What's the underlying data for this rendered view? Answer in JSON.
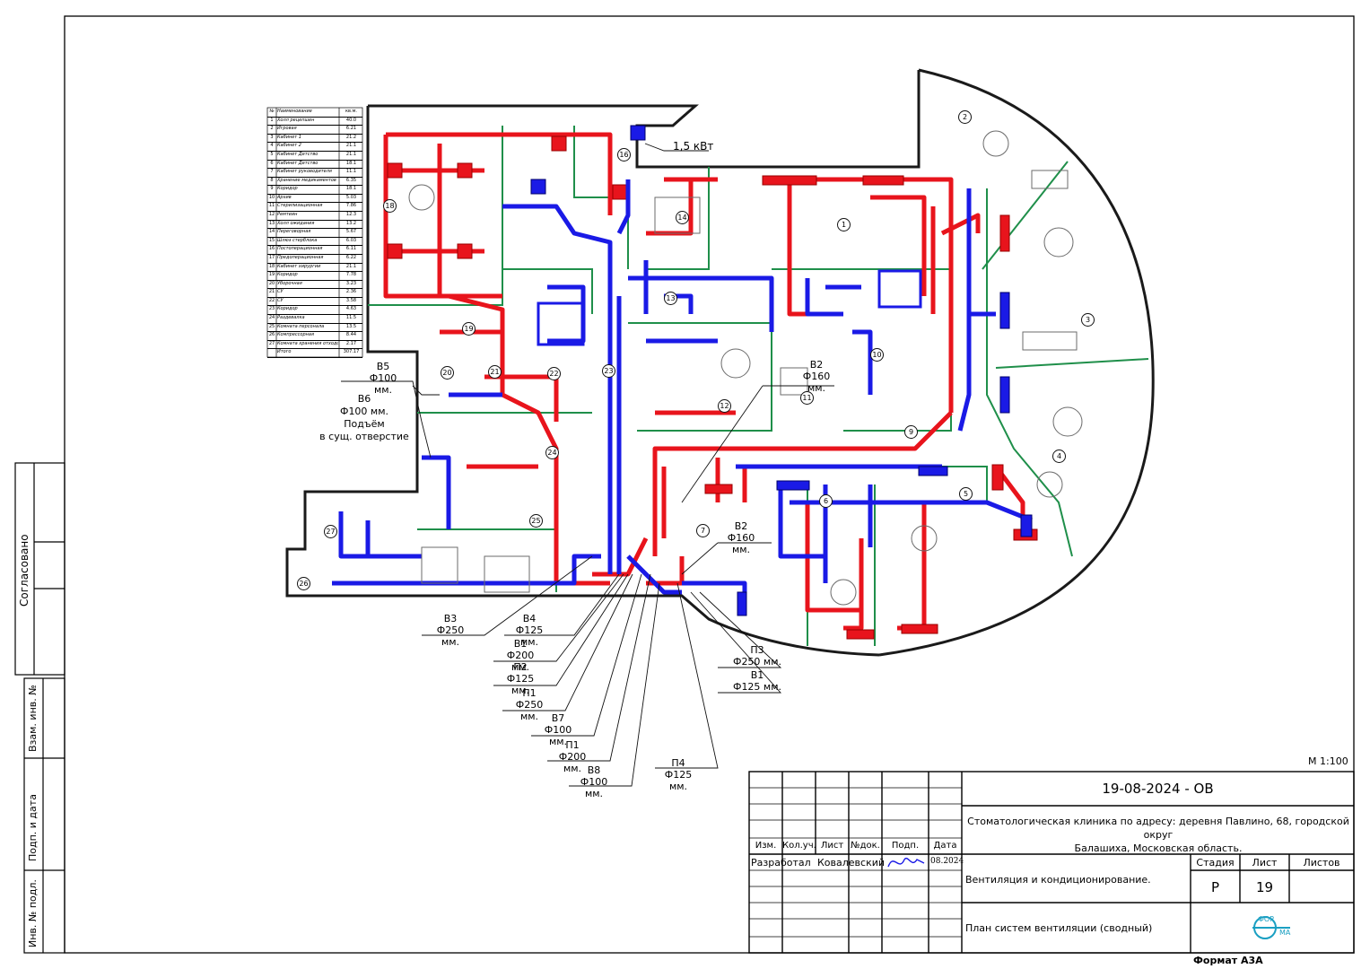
{
  "side_stamp": {
    "agreed": "Согласовано",
    "inv_replace": "Взам. инв. №",
    "sign_date": "Подп. и дата",
    "inv_original": "Инв. № подл."
  },
  "scale_note": "М 1:100",
  "format_note": "Формат А3А",
  "room_table": {
    "headers": [
      "№",
      "Наименование",
      "кв.м."
    ],
    "rows": [
      [
        "1",
        "Холл рецепшен",
        "40.0"
      ],
      [
        "2",
        "Игровая",
        "6.21"
      ],
      [
        "3",
        "Кабинет 1",
        "21.2"
      ],
      [
        "4",
        "Кабинет 2",
        "21.1"
      ],
      [
        "5",
        "Кабинет Детство",
        "21.1"
      ],
      [
        "6",
        "Кабинет Детство",
        "18.1"
      ],
      [
        "7",
        "Кабинет руководителя",
        "11.1"
      ],
      [
        "8",
        "Хранение медикаментов",
        "6.35"
      ],
      [
        "9",
        "Коридор",
        "18.1"
      ],
      [
        "10",
        "Архив",
        "5.03"
      ],
      [
        "11",
        "Стерилизационная",
        "7.86"
      ],
      [
        "12",
        "Ремтеин",
        "12.3"
      ],
      [
        "13",
        "Холл ожидания",
        "13.2"
      ],
      [
        "14",
        "Переговорная",
        "5.67"
      ],
      [
        "15",
        "Шлюз стерблока",
        "6.03"
      ],
      [
        "16",
        "Постоперационная",
        "6.11"
      ],
      [
        "17",
        "Предоперационная",
        "6.22"
      ],
      [
        "18",
        "Кабинет хирургии",
        "21.1"
      ],
      [
        "19",
        "Коридор",
        "7.78"
      ],
      [
        "20",
        "Уборочная",
        "3.23"
      ],
      [
        "21",
        "СУ",
        "2.36"
      ],
      [
        "22",
        "СУ",
        "3.58"
      ],
      [
        "23",
        "Коридор",
        "4.63"
      ],
      [
        "24",
        "Раздевалка",
        "11.5"
      ],
      [
        "25",
        "Комната персонала",
        "13.5"
      ],
      [
        "26",
        "Компрессорная",
        "8.44"
      ],
      [
        "27",
        "Комната хранения отходов",
        "2.17"
      ],
      [
        "",
        "Итого",
        "307.17"
      ]
    ]
  },
  "annotations": {
    "power": "1,5 кВт",
    "b5": {
      "name": "В5",
      "size": "Ф100 мм."
    },
    "b6": {
      "name": "В6",
      "size": "Ф100 мм.",
      "note1": "Подъём",
      "note2": "в сущ. отверстие"
    },
    "b2_top": {
      "name": "В2",
      "size": "Ф160 мм."
    },
    "b2_mid": {
      "name": "В2",
      "size": "Ф160 мм."
    },
    "b3": {
      "name": "В3",
      "size": "Ф250 мм."
    },
    "b4": {
      "name": "В4",
      "size": "Ф125 мм."
    },
    "b1_left": {
      "name": "В1",
      "size": "Ф200 мм."
    },
    "p2": {
      "name": "П2",
      "size": "Ф125 мм."
    },
    "p1_a": {
      "name": "П1",
      "size": "Ф250 мм."
    },
    "b7": {
      "name": "В7",
      "size": "Ф100 мм."
    },
    "p1_b": {
      "name": "П1",
      "size": "Ф200 мм."
    },
    "b8": {
      "name": "В8",
      "size": "Ф100 мм."
    },
    "p4": {
      "name": "П4",
      "size": "Ф125 мм."
    },
    "p3": {
      "name": "П3",
      "size": "Ф250 мм."
    },
    "b1_right": {
      "name": "В1",
      "size": "Ф125 мм."
    }
  },
  "room_markers": [
    "1",
    "2",
    "3",
    "4",
    "5",
    "6",
    "7",
    "9",
    "10",
    "11",
    "12",
    "13",
    "14",
    "16",
    "18",
    "19",
    "20",
    "21",
    "22",
    "23",
    "24",
    "25",
    "26",
    "27"
  ],
  "title_block": {
    "code": "19-08-2024 - ОВ",
    "project_line1": "Стоматологическая клиника по адресу: деревня Павлино, 68, городской округ",
    "project_line2": "Балашиха, Московская область.",
    "col_headers": [
      "Изм.",
      "Кол.уч.",
      "Лист",
      "№док.",
      "Подп.",
      "Дата"
    ],
    "developed_role": "Разработал",
    "developed_name": "Ковалевский",
    "developed_date": "08.2024",
    "section_title": "Вентиляция и кондиционирование.",
    "stage_label": "Стадия",
    "sheet_label": "Лист",
    "sheets_label": "Листов",
    "stage_value": "Р",
    "sheet_value": "19",
    "sheets_value": "",
    "drawing_title": "План систем вентиляции (сводный)",
    "logo_top": "ФОР",
    "logo_bottom": "МА"
  },
  "colors": {
    "supply": "#e8141c",
    "exhaust": "#1a1ae6",
    "partition": "#1f8f4a",
    "ink": "#111111",
    "dim": "#8a8a8a"
  }
}
